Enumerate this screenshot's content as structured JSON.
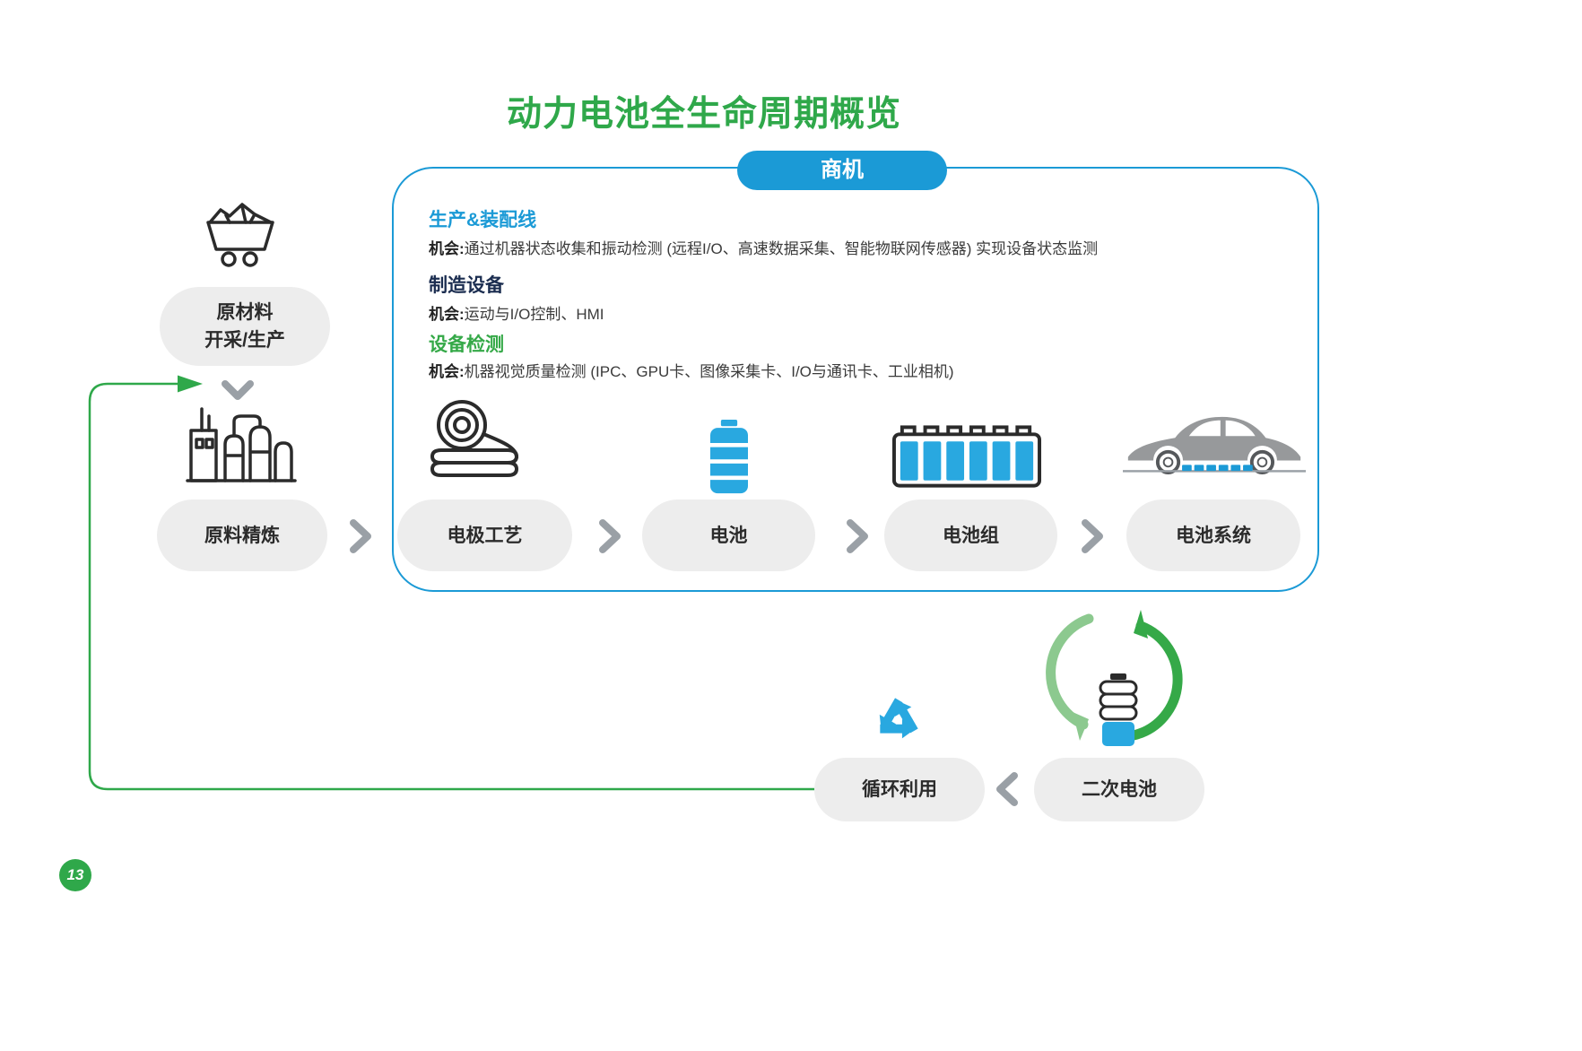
{
  "page": {
    "title": "动力电池全生命周期概览",
    "page_number": "13"
  },
  "opportunity_box": {
    "tab_label": "商机",
    "sections": [
      {
        "heading": "生产&装配线",
        "label": "机会:",
        "body": "通过机器状态收集和振动检测 (远程I/O、高速数据采集、智能物联网传感器) 实现设备状态监测"
      },
      {
        "heading": "制造设备",
        "label": "机会:",
        "body": "运动与I/O控制、HMI"
      },
      {
        "heading": "设备检测",
        "label": "机会:",
        "body": "机器视觉质量检测 (IPC、GPU卡、图像采集卡、I/O与通讯卡、工业相机)"
      }
    ]
  },
  "stages": [
    {
      "id": "raw-material",
      "line1": "原材料",
      "line2": "开采/生产"
    },
    {
      "id": "refining",
      "label": "原料精炼"
    },
    {
      "id": "electrode",
      "label": "电极工艺"
    },
    {
      "id": "cell",
      "label": "电池"
    },
    {
      "id": "pack",
      "label": "电池组"
    },
    {
      "id": "system",
      "label": "电池系统"
    },
    {
      "id": "recycle",
      "label": "循环利用"
    },
    {
      "id": "second-life",
      "label": "二次电池"
    }
  ],
  "icons": {
    "mining_cart": "mining-cart-icon",
    "refinery": "refinery-icon",
    "electrode_coil": "electrode-coil-icon",
    "battery_cell": "battery-cell-icon",
    "battery_pack": "battery-pack-icon",
    "ev_car": "ev-car-icon",
    "recycle": "recycle-icon",
    "cycle_arrows": "cycle-arrows-icon",
    "second_life_battery": "second-life-battery-icon",
    "flow_chevron": "chevron-right-icon",
    "down_chevron": "chevron-down-icon",
    "back_chevron": "chevron-left-icon"
  },
  "colors": {
    "title_green": "#2fa84a",
    "accent_blue": "#1b9ad6",
    "heading_navy": "#1b2d50",
    "heading_green": "#35a948",
    "pill_gray": "#ededed",
    "icon_blue": "#29a8e0",
    "car_gray": "#97999b",
    "chevron_gray": "#9aa0a6",
    "arrow_green": "#35a948",
    "arrow_light_green": "#8cc98f"
  }
}
